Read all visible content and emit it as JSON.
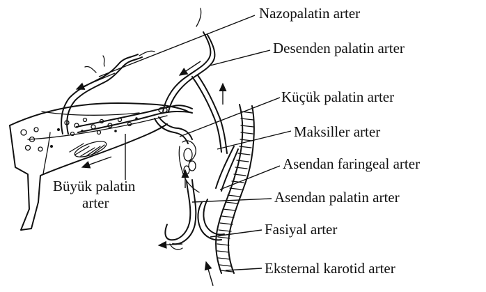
{
  "labels": {
    "nazopalatin": "Nazopalatin arter",
    "desenden": "Desenden palatin arter",
    "kucuk": "Küçük palatin arter",
    "maksiller": "Maksiller arter",
    "asendan_faringeal": "Asendan faringeal arter",
    "asendan_palatin": "Asendan palatin arter",
    "fasiyal": "Fasiyal arter",
    "eksternal": "Eksternal karotid arter",
    "buyuk_line1": "Büyük palatin",
    "buyuk_line2": "arter"
  }
}
